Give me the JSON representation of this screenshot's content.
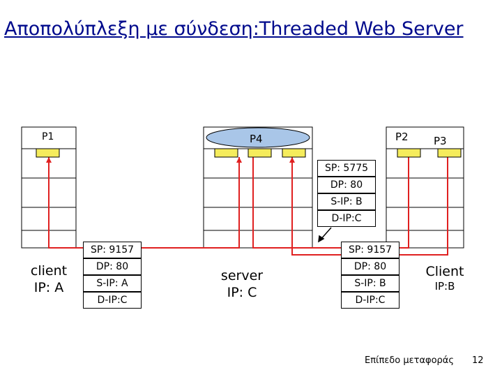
{
  "title": "Αποπολύπλεξη με σύνδεση:Threaded Web Server",
  "hosts": {
    "client": {
      "name": "client",
      "ip": "IP: A"
    },
    "server": {
      "name": "server",
      "ip": "IP: C"
    },
    "client_b": {
      "name": "Client",
      "ip": "IP:B"
    }
  },
  "processes": {
    "p1": "P1",
    "p4": "P4",
    "p2": "P2",
    "p3": "P3"
  },
  "segments": {
    "left": [
      "SP: 9157",
      "DP: 80",
      "S-IP: A",
      "D-IP:C"
    ],
    "right": [
      "SP: 9157",
      "DP: 80",
      "S-IP: B",
      "D-IP:C"
    ],
    "upper": [
      "SP: 5775",
      "DP: 80",
      "S-IP: B",
      "D-IP:C"
    ]
  },
  "footer": {
    "text": "Επίπεδο μεταφοράς",
    "page": "12"
  },
  "colors": {
    "title": "#000a8c",
    "line": "#e02020",
    "socket": "#f5ec5c",
    "ellipse": "#a9c6e8"
  }
}
